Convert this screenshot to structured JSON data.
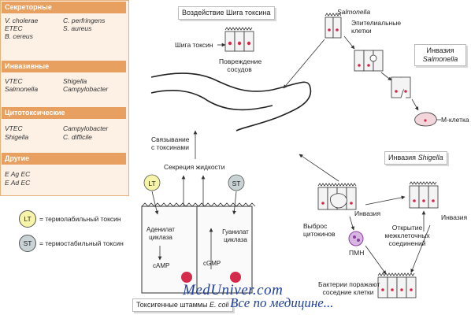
{
  "legend": {
    "sections": [
      {
        "title": "Секреторные",
        "col1": [
          "V. cholerae",
          "ETEC",
          "B. cereus"
        ],
        "col2": [
          "C. perfringens",
          "S. aureus"
        ]
      },
      {
        "title": "Инвазивные",
        "col1": [
          "VTEC",
          "Salmonella"
        ],
        "col2": [
          "Shigella",
          "Campylobacter"
        ]
      },
      {
        "title": "Цитотоксические",
        "col1": [
          "VTEC",
          "Shigella"
        ],
        "col2": [
          "Campylobacter",
          "C. difficile"
        ]
      },
      {
        "title": "Другие",
        "col1": [
          "E Ag EC",
          "E Ad EC"
        ],
        "col2": []
      }
    ],
    "lt": {
      "symbol": "LT",
      "text": "= термолабильный токсин"
    },
    "st": {
      "symbol": "ST",
      "text": "= термостабильный токсин"
    }
  },
  "diagram": {
    "shiga_box": "Воздействие Шига токсина",
    "shiga_toxin": "Шига токсин",
    "vessel_damage_1": "Повреждение",
    "vessel_damage_2": "сосудов",
    "salmonella": "Salmonella",
    "epithelial_1": "Эпителиальные",
    "epithelial_2": "клетки",
    "inv_salm_1": "Инвазия",
    "inv_salm_2": "Salmonella",
    "m_cell": "M-клетка",
    "binding_1": "Связывание",
    "binding_2": "с токсинами",
    "fluid": "Секреция жидкости",
    "lt": "LT",
    "st": "ST",
    "adenylate_1": "Аденилат",
    "adenylate_2": "циклаза",
    "camp": "cAMP",
    "guanylate_1": "Гуанилат",
    "guanylate_2": "циклаза",
    "cgmp": "cGMP",
    "toxigenic_prefix": "Токсигенные штаммы",
    "toxigenic_species": "E. coli",
    "inv_shig_prefix": "Инвазия",
    "inv_shig_species": "Shigella",
    "invasion_left": "Инвазия",
    "invasion_right": "Инвазия",
    "cytokines_1": "Выброс",
    "cytokines_2": "цитокинов",
    "pmn": "ПМН",
    "open_1": "Открытие",
    "open_2": "межклеточных",
    "open_3": "соединений",
    "adjacent_1": "Бактерии поражают",
    "adjacent_2": "соседние клетки"
  },
  "watermark": {
    "line1": "MedUniver.com",
    "line2": "Все по медицине..."
  },
  "colors": {
    "panel_bg": "#fdf1e6",
    "panel_header": "#e8a060",
    "lt_circle": "#f5f4a8",
    "st_circle": "#c9d3d6",
    "nucleus": "#d42a4c",
    "pmn": "#8a3fa0",
    "watermark": "#1e3f9c"
  }
}
